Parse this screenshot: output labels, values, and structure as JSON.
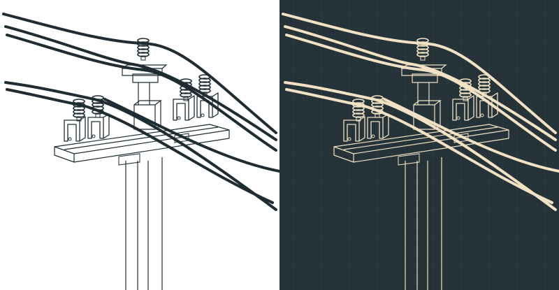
{
  "panels": [
    {
      "id": "light",
      "variant": "white background line drawing"
    },
    {
      "id": "dark",
      "variant": "dark blueprint line drawing"
    }
  ],
  "colors": {
    "light_background": "#ffffff",
    "light_line": "#1f2d33",
    "dark_background": "#253238",
    "dark_grid": "#33444b",
    "dark_line": "#f1e2c6"
  },
  "watermark": {
    "icon": "stock-watermark-logo-icon",
    "visible": true
  }
}
